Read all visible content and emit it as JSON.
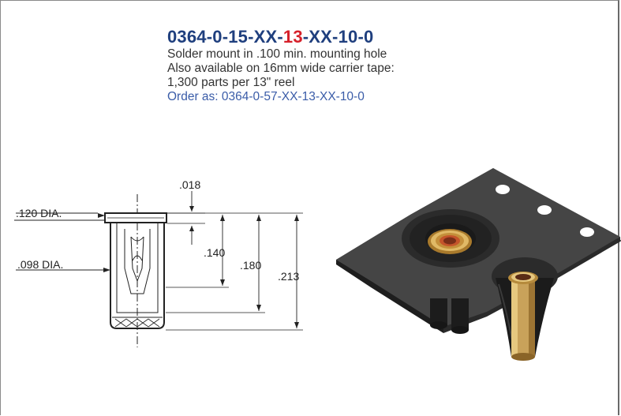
{
  "part": {
    "number_prefix": "0364-0-15-XX-",
    "number_highlight": "13",
    "number_suffix": "-XX-10-0",
    "highlight_color": "#d6202a",
    "number_color": "#1f3f7e"
  },
  "description": {
    "line1": "Solder mount in .100 min. mounting hole",
    "line2": "Also available on 16mm wide carrier tape:",
    "line3": "1,300 parts per 13\" reel",
    "order_as": "Order as: 0364-0-57-XX-13-XX-10-0"
  },
  "drawing": {
    "dim_018": ".018",
    "dim_120_dia": ".120 DIA.",
    "dim_098_dia": ".098 DIA.",
    "dim_140": ".140",
    "dim_180": ".180",
    "dim_213": ".213"
  }
}
